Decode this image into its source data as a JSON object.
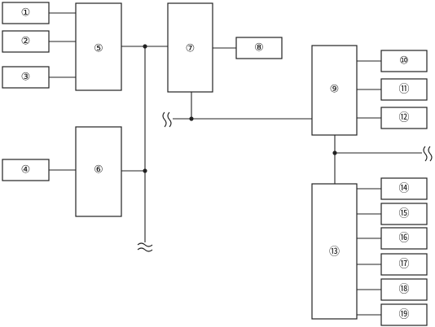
{
  "labels": {
    "b1": "①",
    "b2": "②",
    "b3": "③",
    "b4": "④",
    "b5": "⑤",
    "b6": "⑥",
    "b7": "⑦",
    "b8": "⑧",
    "b9": "⑨",
    "b10": "⑩",
    "b11": "⑪",
    "b12": "⑫",
    "b13": "⑬",
    "b14": "⑭",
    "b15": "⑮",
    "b16": "⑯",
    "b17": "⑰",
    "b18": "⑱",
    "b19": "⑲"
  }
}
